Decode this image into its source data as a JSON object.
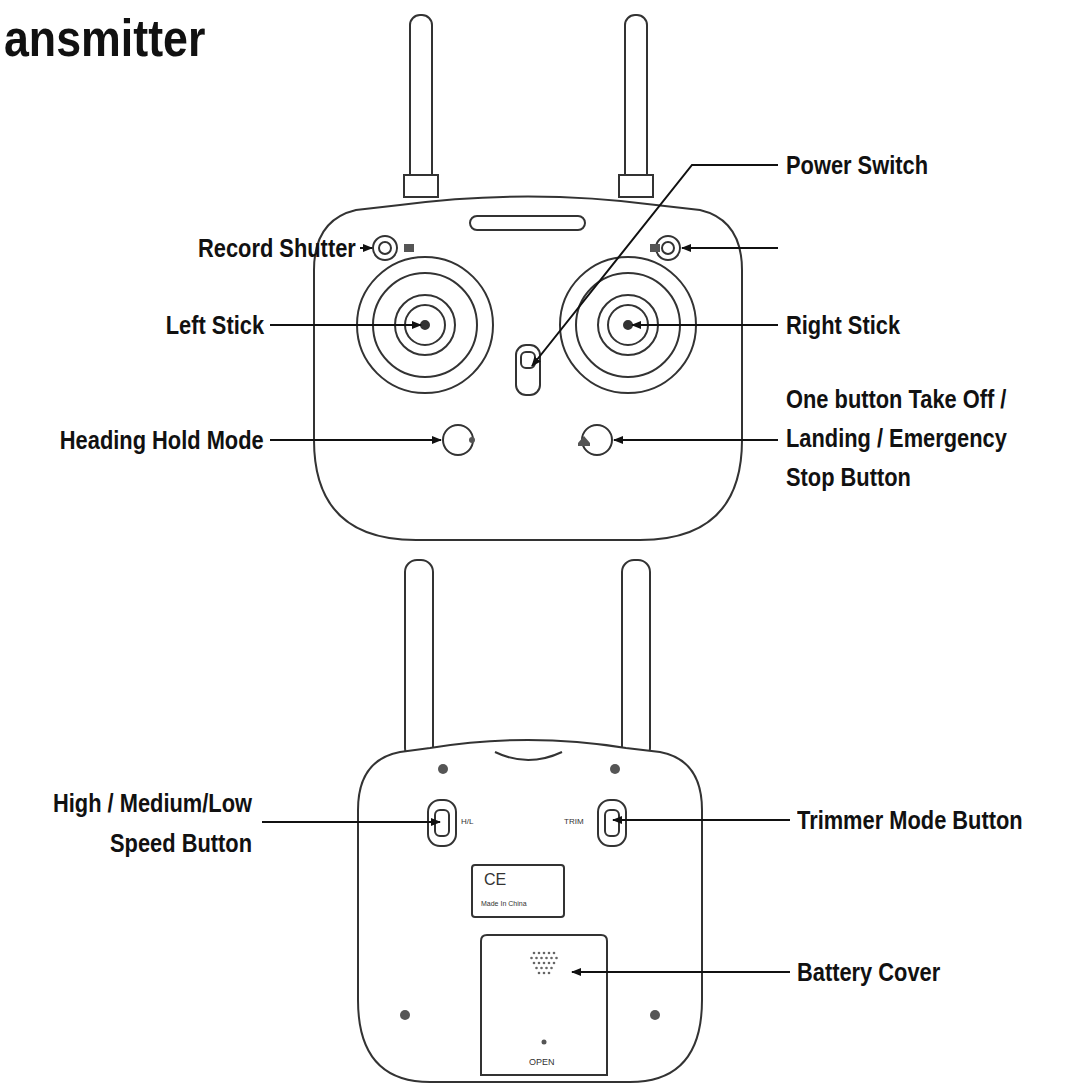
{
  "diagram": {
    "title": "ansmitter",
    "labels": [
      "Power Switch",
      "Record Shutter",
      "Left Stick",
      "Right Stick",
      "Heading Hold Mode",
      "One button Take Off / Landing / Emergency Stop Button",
      "High / Medium/Low Speed Button",
      "Trimmer Mode Button",
      "Battery Cover",
      "H/L",
      "TRIM",
      "CE",
      "Made In China",
      "OPEN"
    ]
  }
}
